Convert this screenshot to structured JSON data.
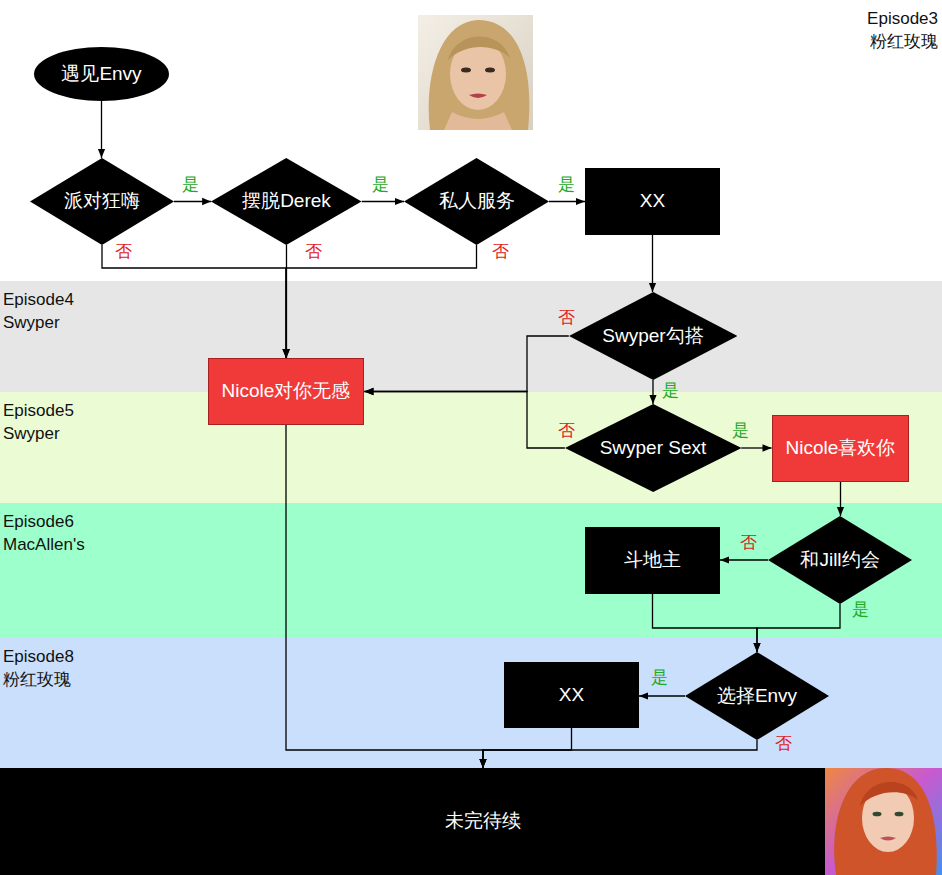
{
  "diagram": {
    "nodes": [
      {
        "text": [
          "遇见Envy"
        ]
      },
      {
        "text": [
          "派对狂嗨"
        ]
      },
      {
        "text": [
          "摆脱Derek"
        ]
      },
      {
        "text": [
          "私人服务"
        ]
      },
      {
        "text": [
          "XX"
        ]
      },
      {
        "text": [
          "Episode4 Swyper"
        ]
      },
      {
        "text": [
          "Swyper勾搭"
        ],
        "in": 5
      },
      {
        "text": [
          "Nicole对你无感"
        ]
      },
      {
        "text": [
          "Episode5 Swyper"
        ]
      },
      {
        "text": [
          "Swyper Sext"
        ],
        "in": 8
      },
      {
        "text": [
          "Nicole喜欢你"
        ],
        "in": 8
      },
      {
        "text": [
          "Episode6 MacAllen's"
        ]
      },
      {
        "text": [
          "斗地主"
        ],
        "in": 11
      },
      {
        "text": [
          "和Jill约会"
        ],
        "in": 11
      },
      {
        "text": [
          "Episode8 粉红玫瑰"
        ]
      },
      {
        "text": [
          "XX"
        ],
        "in": 14
      },
      {
        "text": [
          "选择Envy"
        ],
        "in": 14
      },
      {
        "text": [
          "未完待续"
        ]
      }
    ],
    "edges": [
      {
        "from": 0,
        "to": 1,
        "arrow": "to"
      },
      {
        "from": 1,
        "to": 2,
        "label": "是",
        "arrow": "to"
      },
      {
        "from": 2,
        "to": 3,
        "label": "是",
        "arrow": "to"
      },
      {
        "from": 3,
        "to": 4,
        "label": "是",
        "arrow": "to"
      },
      {
        "from": 1,
        "to": 7,
        "label": "否",
        "arrow": "to"
      },
      {
        "from": 2,
        "to": 7,
        "label": "否",
        "arrow": "to"
      },
      {
        "from": 3,
        "to": 7,
        "label": "否",
        "arrow": "to"
      },
      {
        "from": 4,
        "to": 6,
        "arrow": "to"
      },
      {
        "from": 6,
        "to": 9,
        "label": "是",
        "arrow": "to"
      },
      {
        "from": 6,
        "to": 7,
        "label": "否",
        "arrow": "to"
      },
      {
        "from": 9,
        "to": 7,
        "label": "否",
        "arrow": "to"
      },
      {
        "from": 9,
        "to": 10,
        "label": "是",
        "arrow": "to"
      },
      {
        "from": 10,
        "to": 13,
        "arrow": "to"
      },
      {
        "from": 13,
        "to": 12,
        "label": "否",
        "arrow": "to"
      },
      {
        "from": 13,
        "to": 16,
        "label": "是",
        "arrow": "to"
      },
      {
        "from": 12,
        "to": 16,
        "arrow": "to"
      },
      {
        "from": 16,
        "to": 15,
        "label": "是",
        "arrow": "to"
      },
      {
        "from": 16,
        "to": 17,
        "label": "否",
        "arrow": "to"
      },
      {
        "from": 15,
        "to": 17,
        "arrow": "to"
      },
      {
        "from": 7,
        "to": 17,
        "arrow": "to"
      }
    ],
    "labels": [
      "Episode3 粉红玫瑰"
    ]
  }
}
